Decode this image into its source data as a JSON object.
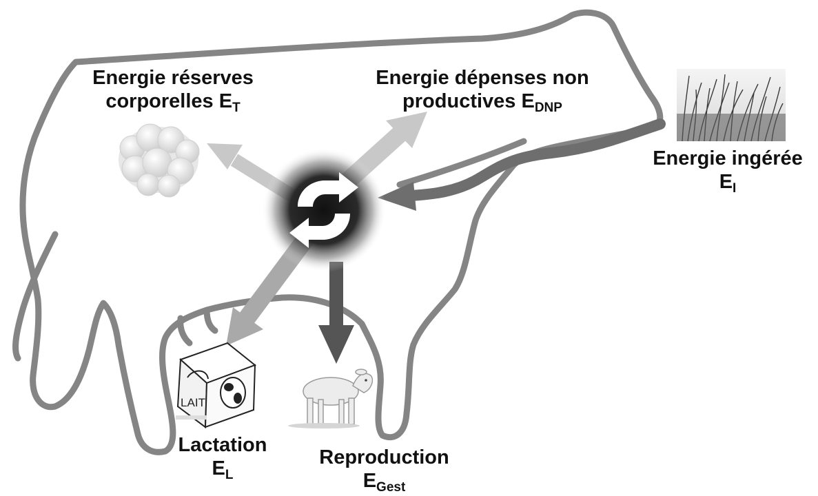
{
  "labels": {
    "reserves": {
      "line1": "Energie réserves",
      "line2": "corporelles E",
      "sub": "T"
    },
    "dnp": {
      "line1": "Energie dépenses non",
      "line2": "productives E",
      "sub": "DNP"
    },
    "ingest": {
      "line1": "Energie ingérée",
      "line2": "E",
      "sub": "I"
    },
    "lactation": {
      "line1": "Lactation",
      "line2": "E",
      "sub": "L"
    },
    "reproduction": {
      "line1": "Reproduction",
      "line2": "E",
      "sub": "Gest"
    }
  },
  "milk_carton_text": "LAIT",
  "colors": {
    "cow_outline": "#858585",
    "arrow_light": "#c8c8c8",
    "arrow_mid": "#a9a9a9",
    "arrow_dark": "#6e6e6e",
    "arrow_darker": "#4d4d4d",
    "center_glow": "#222222"
  },
  "icons": [
    "cycle-arrows-icon",
    "fat-cells-icon",
    "grass-icon",
    "milk-carton-icon",
    "calf-icon"
  ]
}
